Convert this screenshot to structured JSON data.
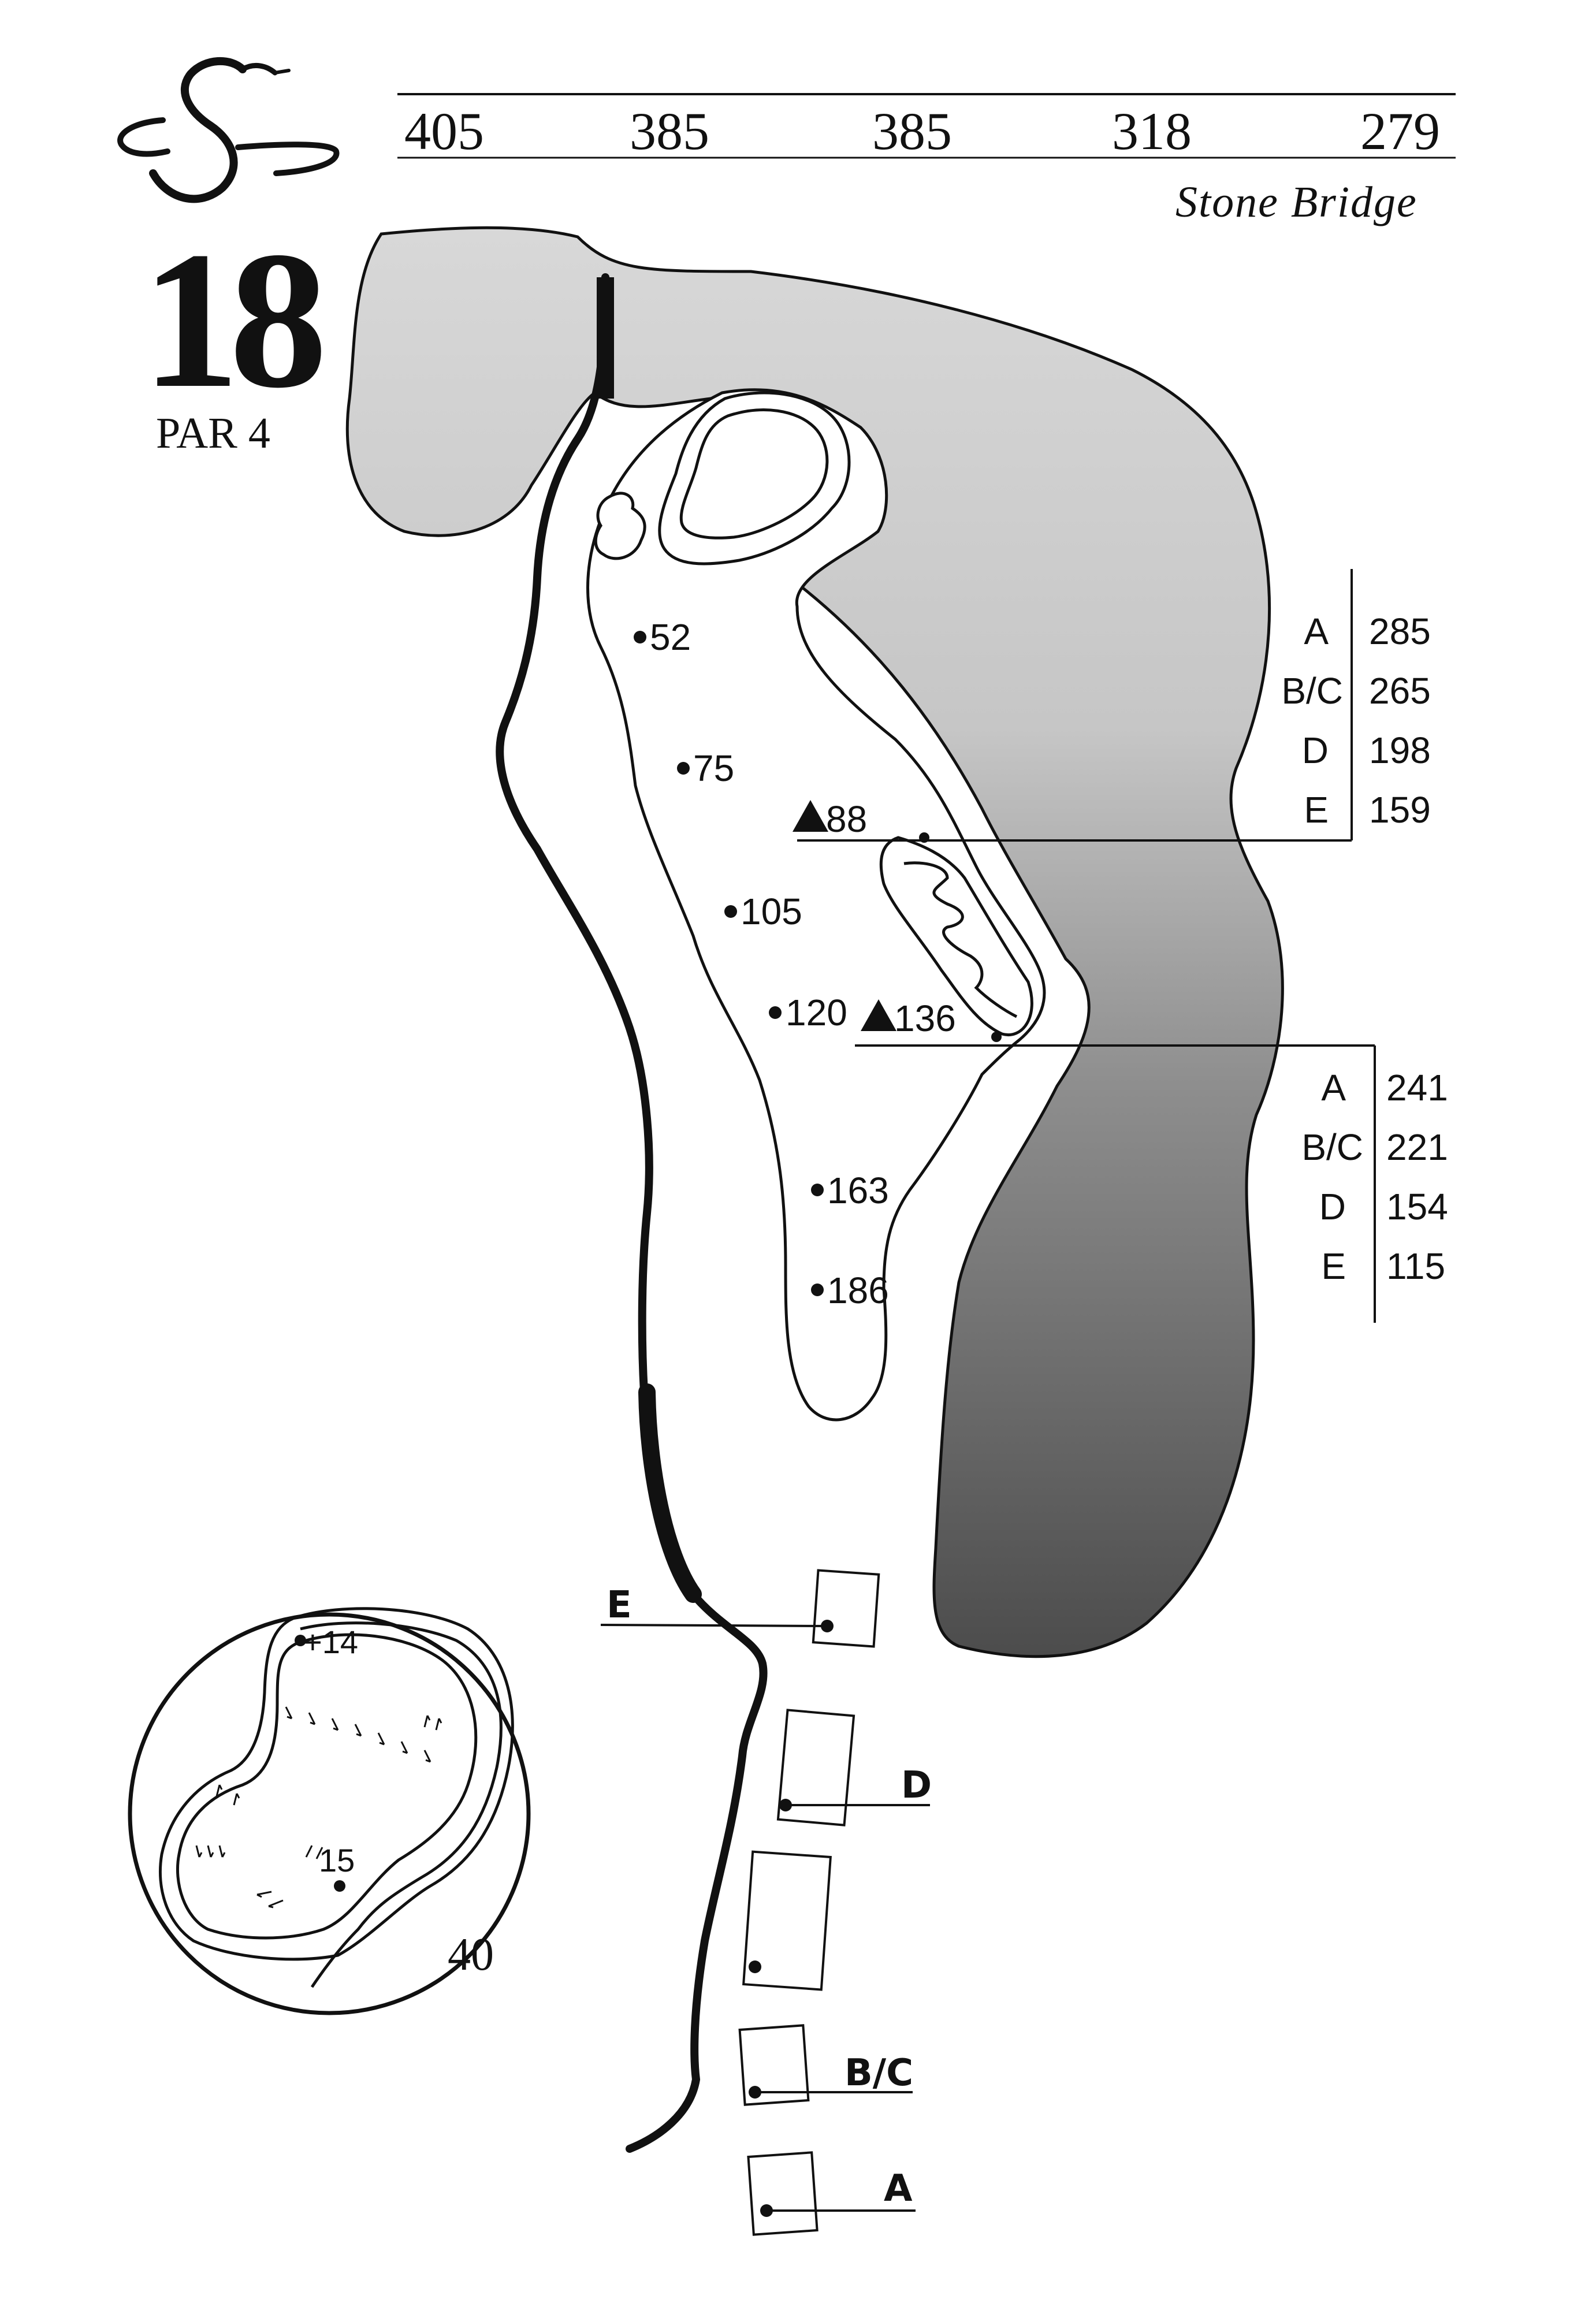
{
  "hole": {
    "number": "18",
    "par": "PAR 4",
    "course_name": "Stone Bridge"
  },
  "yardages": [
    "405",
    "385",
    "385",
    "318",
    "279"
  ],
  "markers": {
    "m52": "52",
    "m75": "75",
    "m105": "105",
    "m120": "120",
    "m163": "163",
    "m186": "186",
    "t88": "88",
    "t136": "136"
  },
  "carry_tables": {
    "upper": [
      {
        "tee": "A",
        "yards": "285"
      },
      {
        "tee": "B/C",
        "yards": "265"
      },
      {
        "tee": "D",
        "yards": "198"
      },
      {
        "tee": "E",
        "yards": "159"
      }
    ],
    "lower": [
      {
        "tee": "A",
        "yards": "241"
      },
      {
        "tee": "B/C",
        "yards": "221"
      },
      {
        "tee": "D",
        "yards": "154"
      },
      {
        "tee": "E",
        "yards": "115"
      }
    ]
  },
  "tees": {
    "e": "E",
    "d": "D",
    "bc": "B/C",
    "a": "A"
  },
  "green_detail": {
    "depth": "40",
    "front_slope": "15",
    "back_slope": "+14"
  },
  "colors": {
    "ink": "#111111",
    "water_light": "#d6d6d6",
    "water_dark": "#4a4a4a",
    "paper": "#ffffff"
  }
}
